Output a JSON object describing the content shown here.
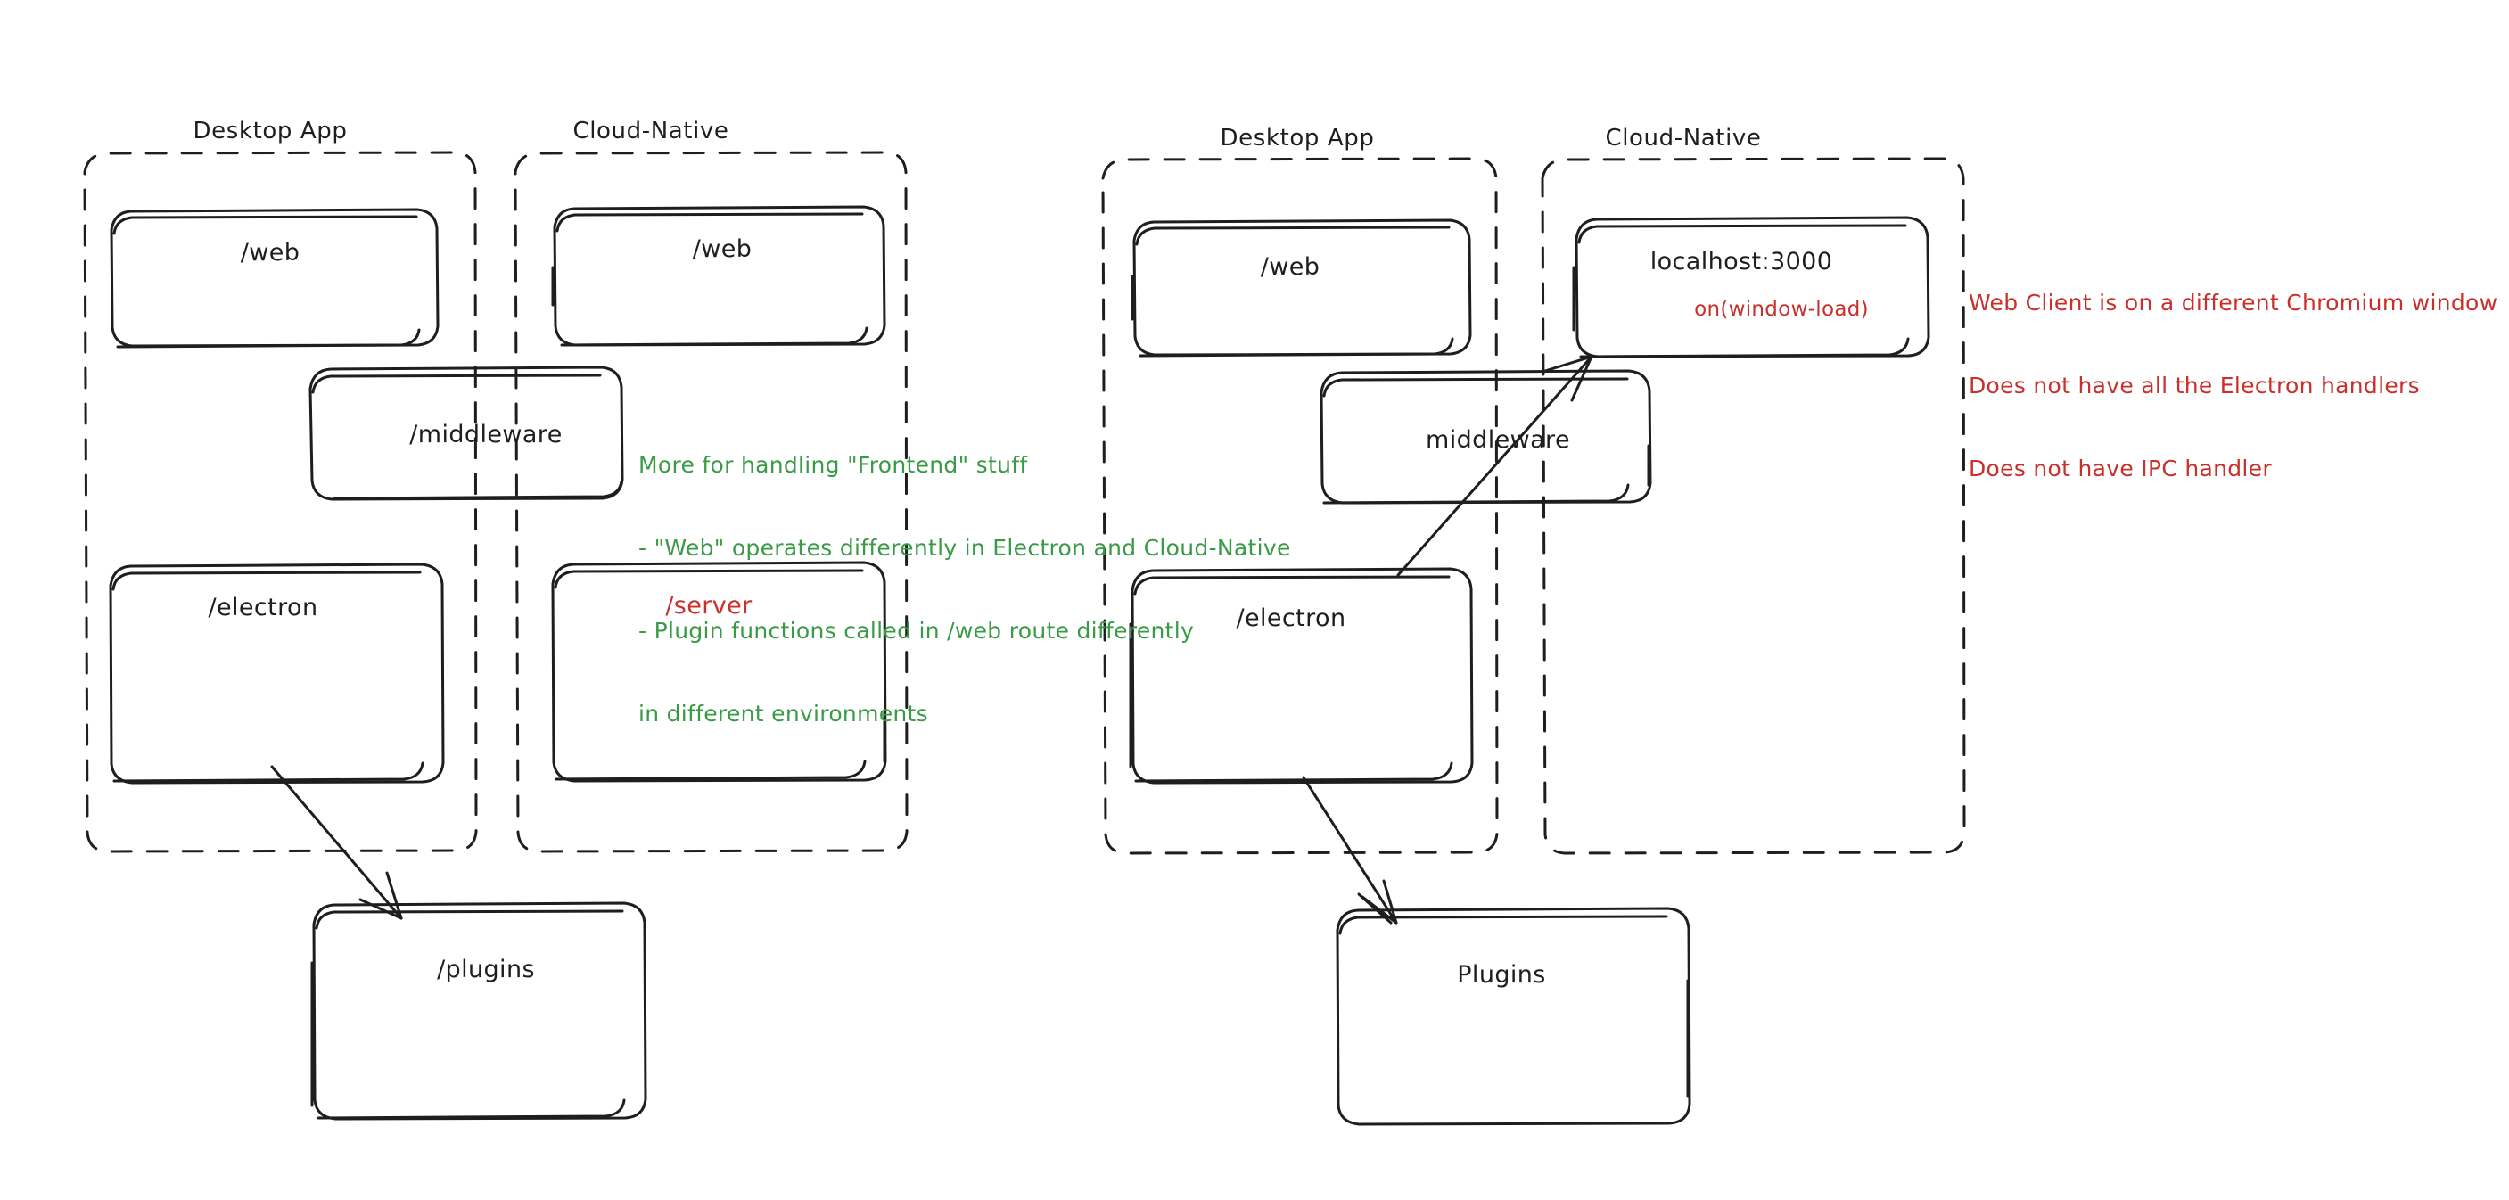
{
  "meta": {
    "title": "Desktop App vs Cloud-Native architecture sketch",
    "background": "#ffffff",
    "ink": "#1e1e1e",
    "accent_green": "#3a9b46",
    "accent_red": "#c9302c"
  },
  "diagrams": [
    {
      "id": "left",
      "name": "current-architecture",
      "groups": [
        {
          "id": "left-desktop",
          "label": "Desktop App"
        },
        {
          "id": "left-cloud",
          "label": "Cloud-Native"
        }
      ],
      "nodes": [
        {
          "id": "left-desktop-web",
          "label": "/web",
          "color": "black",
          "sub": ""
        },
        {
          "id": "left-cloud-web",
          "label": "/web",
          "color": "black",
          "sub": ""
        },
        {
          "id": "left-middleware",
          "label": "/middleware",
          "color": "black",
          "sub": ""
        },
        {
          "id": "left-electron",
          "label": "/electron",
          "color": "black",
          "sub": ""
        },
        {
          "id": "left-server",
          "label": "/server",
          "color": "red",
          "sub": ""
        },
        {
          "id": "left-plugins",
          "label": "/plugins",
          "color": "black",
          "sub": ""
        }
      ],
      "edges": [
        {
          "id": "left-electron-to-plugins",
          "from": "/electron",
          "to": "/plugins"
        }
      ]
    },
    {
      "id": "right",
      "name": "cloud-native-issue",
      "groups": [
        {
          "id": "right-desktop",
          "label": "Desktop App"
        },
        {
          "id": "right-cloud",
          "label": "Cloud-Native"
        }
      ],
      "nodes": [
        {
          "id": "right-desktop-web",
          "label": "/web",
          "color": "black",
          "sub": ""
        },
        {
          "id": "right-localhost",
          "label": "localhost:3000",
          "color": "black",
          "sub": "on(window-load)"
        },
        {
          "id": "right-middleware",
          "label": "middleware",
          "color": "black",
          "sub": ""
        },
        {
          "id": "right-electron",
          "label": "/electron",
          "color": "black",
          "sub": ""
        },
        {
          "id": "right-plugins",
          "label": "Plugins",
          "color": "black",
          "sub": ""
        }
      ],
      "edges": [
        {
          "id": "right-electron-to-localhost",
          "from": "/electron",
          "to": "localhost:3000"
        },
        {
          "id": "right-electron-to-plugins",
          "from": "/electron",
          "to": "Plugins"
        }
      ]
    }
  ],
  "annotations": [
    {
      "id": "green-note",
      "color": "#3a9b46",
      "lines": [
        "More for handling \"Frontend\" stuff",
        "- \"Web\" operates differently in Electron and Cloud-Native",
        "- Plugin functions called in /web route differently",
        "in different environments"
      ]
    },
    {
      "id": "red-note",
      "color": "#c9302c",
      "lines": [
        "Web Client is on a different Chromium window",
        "Does not have all the Electron handlers",
        "Does not have IPC handler"
      ]
    }
  ]
}
